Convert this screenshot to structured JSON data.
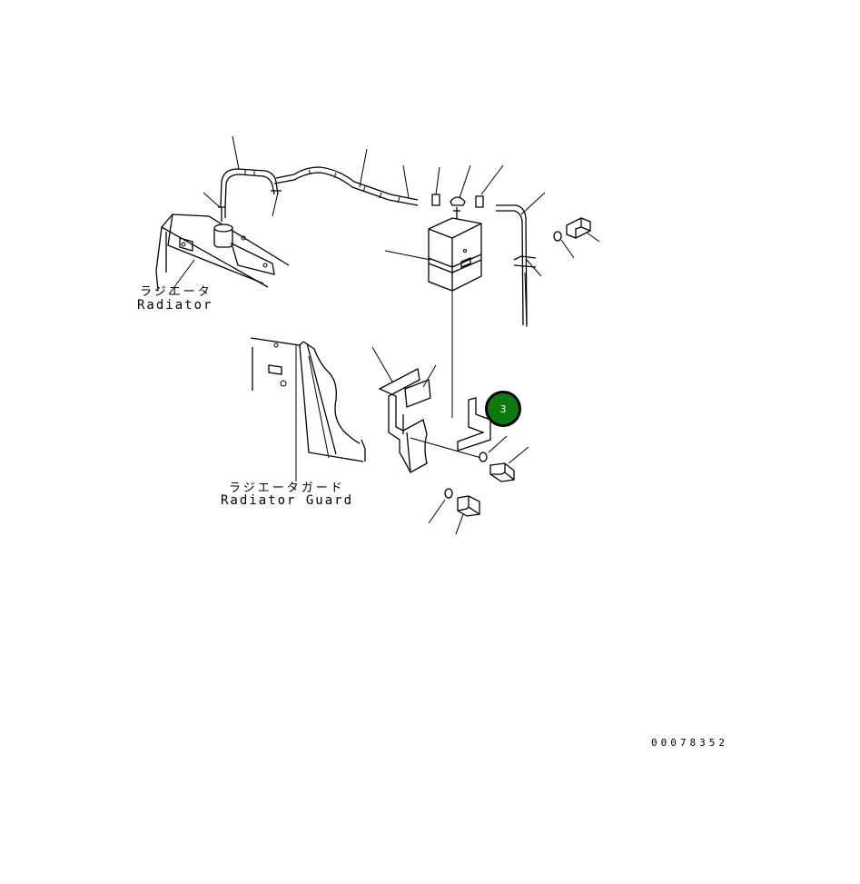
{
  "labels": {
    "radiator_jp": "ラジエータ",
    "radiator_en": "Radiator",
    "guard_jp": "ラジエータガード",
    "guard_en": "Radiator Guard"
  },
  "callout": {
    "number": "3",
    "color": "#0d7a0d"
  },
  "drawing_id": "00078352"
}
